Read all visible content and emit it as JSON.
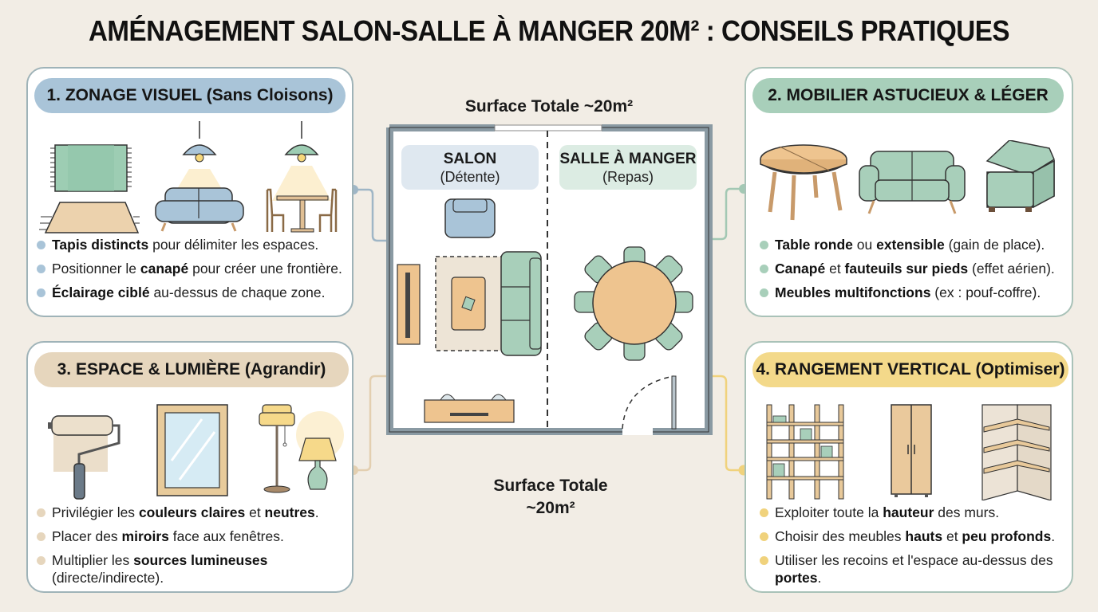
{
  "title": "AMÉNAGEMENT SALON-SALLE À MANGER 20M² : CONSEILS PRATIQUES",
  "colors": {
    "background": "#f2ede5",
    "blue_accent": "#a9c4d8",
    "green_accent": "#a8cfba",
    "beige_accent": "#e6d6bd",
    "yellow_accent": "#f3d98a",
    "wall": "#8a9aa3",
    "wood": "#eec48f"
  },
  "floor_plan": {
    "label_top": "Surface Totale ~20m²",
    "label_bottom_line1": "Surface Totale",
    "label_bottom_line2": "~20m²",
    "zones": [
      {
        "title": "SALON",
        "subtitle": "(Détente)"
      },
      {
        "title": "SALLE À MANGER",
        "subtitle": "(Repas)"
      }
    ],
    "furniture": [
      "armchair",
      "tv-console",
      "rug",
      "coffee-table",
      "sofa",
      "round-dining-table",
      "8-chairs",
      "sideboard",
      "door"
    ]
  },
  "panels": [
    {
      "heading": "1. ZONAGE VISUEL (Sans Cloisons)",
      "icons": [
        "rug-icon",
        "pendant-lamp-sofa-icon",
        "pendant-lamp-dining-icon"
      ],
      "bullets": [
        {
          "bold": "Tapis distincts",
          "rest": " pour délimiter les espaces."
        },
        {
          "pre": "Positionner le ",
          "bold": "canapé",
          "rest": " pour créer une frontière."
        },
        {
          "bold": "Éclairage ciblé",
          "rest": " au-dessus de chaque zone."
        }
      ]
    },
    {
      "heading": "2. MOBILIER ASTUCIEUX & LÉGER",
      "icons": [
        "round-table-icon",
        "sofa-icon",
        "storage-ottoman-icon"
      ],
      "bullets": [
        {
          "bold": "Table ronde",
          "mid": " ou ",
          "bold2": "extensible",
          "rest": " (gain de place)."
        },
        {
          "bold": "Canapé",
          "mid": " et ",
          "bold2": "fauteuils sur pieds",
          "rest": " (effet aérien)."
        },
        {
          "bold": "Meubles multifonctions",
          "rest": " (ex : pouf-coffre)."
        }
      ]
    },
    {
      "heading": "3. ESPACE & LUMIÈRE (Agrandir)",
      "icons": [
        "paint-roller-icon",
        "mirror-icon",
        "lamps-icon"
      ],
      "bullets": [
        {
          "pre": "Privilégier les ",
          "bold": "couleurs claires",
          "mid": " et ",
          "bold2": "neutres",
          "rest": "."
        },
        {
          "pre": "Placer des ",
          "bold": "miroirs",
          "rest": " face aux fenêtres."
        },
        {
          "pre": "Multiplier les ",
          "bold": "sources lumineuses",
          "rest": "(directe/indirecte)."
        }
      ]
    },
    {
      "heading": "4. RANGEMENT VERTICAL (Optimiser)",
      "icons": [
        "bookshelf-icon",
        "wardrobe-icon",
        "corner-shelves-icon"
      ],
      "bullets": [
        {
          "pre": "Exploiter toute la ",
          "bold": "hauteur",
          "rest": " des murs."
        },
        {
          "pre": "Choisir des meubles ",
          "bold": "hauts",
          "mid": " et ",
          "bold2": "peu profonds",
          "rest": "."
        },
        {
          "pre": "Utiliser les recoins et l'espace au-dessus des ",
          "bold": "portes",
          "rest": "."
        }
      ]
    }
  ]
}
